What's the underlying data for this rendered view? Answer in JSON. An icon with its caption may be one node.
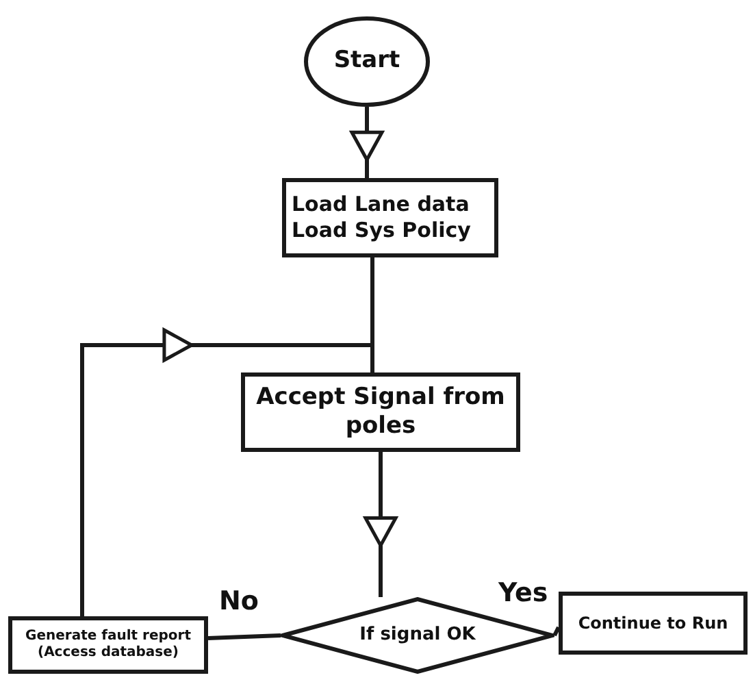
{
  "diagram": {
    "nodes": [
      {
        "text": [
          "Start"
        ]
      },
      {
        "text": [
          "Load Lane data Load Sys Policy"
        ]
      },
      {
        "text": [
          "Accept Signal from poles"
        ]
      },
      {
        "text": [
          "If signal OK"
        ]
      },
      {
        "text": [
          "Generate fault report (Access database)"
        ]
      },
      {
        "text": [
          "Continue to Run"
        ]
      }
    ],
    "edges": [
      {
        "from": 0,
        "to": 1,
        "arrow": "to"
      },
      {
        "from": 1,
        "to": 2,
        "arrow": "none"
      },
      {
        "from": 4,
        "to": 2,
        "arrow": "to"
      },
      {
        "from": 2,
        "to": 3,
        "arrow": "to"
      },
      {
        "from": 3,
        "to": 4,
        "arrow": "none",
        "label": "No"
      },
      {
        "from": 3,
        "to": 5,
        "arrow": "none",
        "label": "Yes"
      }
    ]
  }
}
